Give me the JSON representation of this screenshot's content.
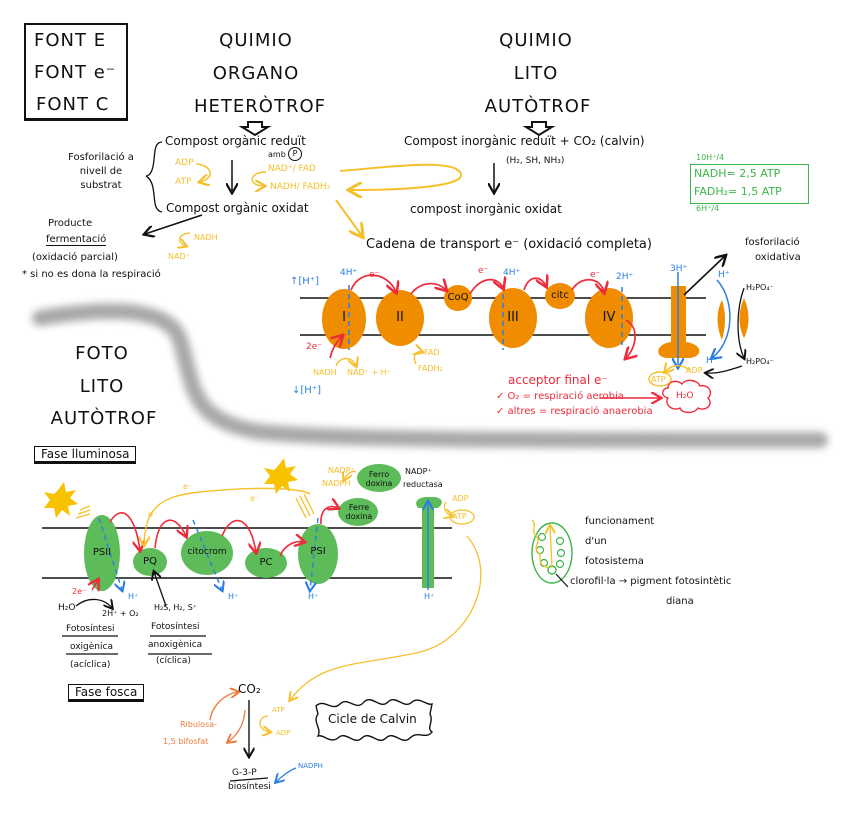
{
  "colors": {
    "orange_complex": "#ef8c00",
    "green_complex": "#5dbb5a",
    "yellow": "#f5c02c",
    "red": "#ee2b3b",
    "blue": "#2a7fe0",
    "green_text": "#3cb64a",
    "salmon": "#f07a3a",
    "divider_gray": "#9a9a9a"
  },
  "legend": {
    "items": [
      "FONT E",
      "FONT e⁻",
      "FONT C"
    ]
  },
  "chemo_organo": {
    "lines": [
      "QUIMIO",
      "ORGANO",
      "HETERÒTROF"
    ],
    "reduced_compound": "Compost orgànic reduït",
    "amb_p": "amb",
    "p_symbol": "P",
    "oxidized_compound": "Compost orgànic oxidat",
    "substrate_phos": [
      "Fosforilació a",
      "nivell de",
      "substrat"
    ],
    "adp": "ADP",
    "atp": "ATP",
    "nad_fad": "NAD⁺/ FAD",
    "nadh_fadh2": "NADH/ FADH₂",
    "fermentation_title": "Producte",
    "fermentation_word": "fermentació",
    "fermentation_note": "(oxidació parcial)",
    "fermentation_condition": "* si no es dona la respiració",
    "ferm_nadh": "NADH",
    "ferm_nad": "NAD⁺"
  },
  "chemo_lito": {
    "lines": [
      "QUIMIO",
      "LITO",
      "AUTÒTROF"
    ],
    "reduced_compound": "Compost inorgànic reduït + CO₂ (calvin)",
    "examples": "(H₂, SH, NH₃)",
    "oxidized_compound": "compost inorgànic oxidat"
  },
  "atp_yield": {
    "top_note": "10H⁺/4",
    "lines": [
      "NADH= 2,5 ATP",
      "FADH₂= 1,5 ATP"
    ],
    "bottom_note": "6H⁺/4"
  },
  "etc": {
    "title": "Cadena de transport e⁻ (oxidació completa)",
    "high_h": "↑[H⁺]",
    "low_h": "↓[H⁺]",
    "complexes": [
      {
        "label": "I",
        "protons": "4H⁺"
      },
      {
        "label": "II",
        "protons": ""
      },
      {
        "label": "CoQ",
        "protons": ""
      },
      {
        "label": "III",
        "protons": "4H⁺"
      },
      {
        "label": "citc",
        "protons": ""
      },
      {
        "label": "IV",
        "protons": "2H⁺"
      }
    ],
    "electron": "e⁻",
    "two_e": "2e⁻",
    "nadh": "NADH",
    "nad_h": "NAD⁺ + H⁺",
    "fad": "FAD",
    "fadh2": "FADH₂",
    "atp_synthase_protons": "3H⁺",
    "atp": "ATP",
    "adp": "ADP",
    "h_plus": "H⁺",
    "h2po4": "H₂PO₄⁻",
    "ox_phos": [
      "fosforilació",
      "oxidativa"
    ],
    "final_acceptor": "acceptor final e⁻",
    "aerobic": "✓ O₂ = respiració aerobia",
    "anaerobic": "✓ altres = respiració anaerobia",
    "water": "H₂O"
  },
  "photo_lito": {
    "lines": [
      "FOTO",
      "LITO",
      "AUTÒTROF"
    ],
    "light_phase": "Fase lluminosa",
    "dark_phase": "Fase fosca",
    "complexes": [
      "PSII",
      "PQ",
      "citocrom",
      "PC",
      "PSI"
    ],
    "ferredoxin": "Ferre doxina",
    "ferredoxin_reductase_1": "Ferro doxina",
    "nadp_reductase": [
      "NADP⁺",
      "reductasa"
    ],
    "nadp_plus": "NADP⁺",
    "nadph": "NADPH",
    "adp": "ADP",
    "atp": "ATP",
    "two_e": "2e⁻",
    "electron": "e⁻",
    "h_plus": "H⁺",
    "water": "H₂O",
    "water_products": "2H⁺ + O₂",
    "anox_donors": "H₂S, H₂, S⁺",
    "oxygenic": [
      "Fotosíntesi",
      "oxigènica",
      "(acíclica)"
    ],
    "anoxygenic": [
      "Fotosíntesi",
      "anoxigènica",
      "(cíclica)"
    ]
  },
  "photosystem_note": {
    "lines": [
      "funcionament",
      "d'un",
      "fotosistema"
    ],
    "chlorophyll": "clorofil·la → pigment fotosintètic",
    "target": "diana"
  },
  "calvin": {
    "co2": "CO₂",
    "ribulose": [
      "Ribulosa-",
      "1,5 bifosfat"
    ],
    "atp": "ATP",
    "adp": "ADP",
    "nadph": "NADPH",
    "g3p": "G-3-P",
    "biosynthesis": "biosíntesi",
    "cycle_title": "Cicle de Calvin"
  }
}
